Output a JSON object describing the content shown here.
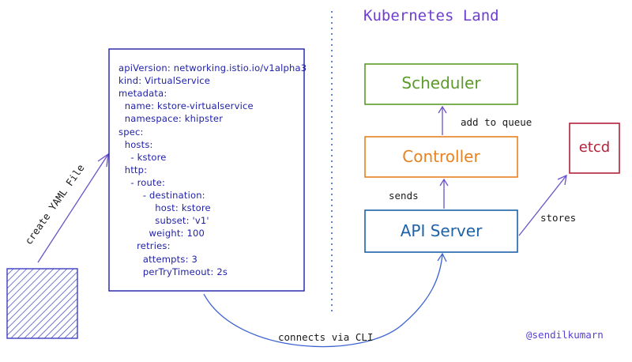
{
  "title": "Kubernetes Land",
  "yaml_lines": [
    "apiVersion: networking.istio.io/v1alpha3",
    "kind: VirtualService",
    "metadata:",
    "  name: kstore-virtualservice",
    "  namespace: khipster",
    "spec:",
    "  hosts:",
    "    - kstore",
    "  http:",
    "    - route:",
    "        - destination:",
    "            host: kstore",
    "            subset: 'v1'",
    "          weight: 100",
    "      retries:",
    "        attempts: 3",
    "        perTryTimeout: 2s"
  ],
  "boxes": {
    "scheduler": "Scheduler",
    "controller": "Controller",
    "api_server": "API Server",
    "etcd": "etcd"
  },
  "edges": {
    "create": "create YAML File",
    "add_to_queue": "add to queue",
    "sends": "sends",
    "stores": "stores",
    "connects": "connects via CLI"
  },
  "credit": "@sendilkumarn",
  "colors": {
    "title": "#6d3fd1",
    "yaml": "#1e1ea8",
    "scheduler": "#5c9a2a",
    "controller": "#e8821f",
    "api_server": "#1e62a8",
    "etcd": "#b0213a",
    "arrow": "#6b52c9",
    "divider": "#3c64d0",
    "credit": "#5a3fcf"
  }
}
